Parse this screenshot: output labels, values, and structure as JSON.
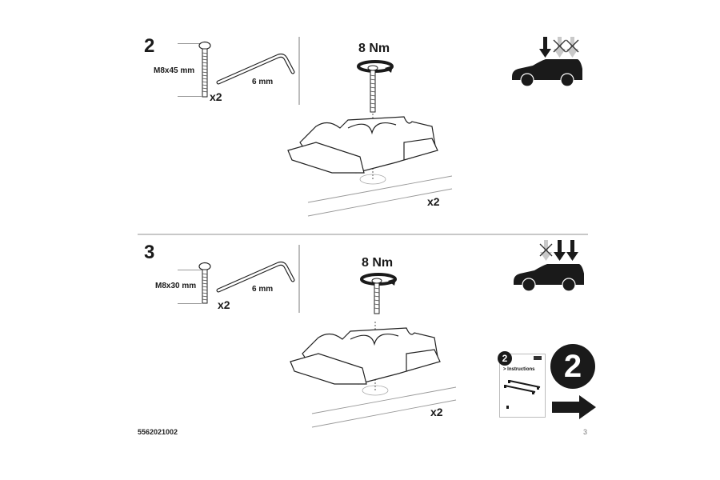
{
  "document": {
    "part_number": "5562021002",
    "page_number": "3"
  },
  "steps": [
    {
      "number": "2",
      "bolt_label": "M8x45 mm",
      "bolt_qty": "x2",
      "key_label": "6 mm",
      "torque": "8 Nm",
      "assembly_qty": "x2",
      "car_arrows": [
        "active",
        "crossed",
        "crossed"
      ]
    },
    {
      "number": "3",
      "bolt_label": "M8x30 mm",
      "bolt_qty": "x2",
      "key_label": "6 mm",
      "torque": "8 Nm",
      "assembly_qty": "x2",
      "car_arrows": [
        "crossed",
        "active",
        "active"
      ]
    }
  ],
  "next_reference": {
    "booklet_number": "2",
    "booklet_title": "> Instructions",
    "big_number": "2",
    "arrow_icon": "arrow-right-icon"
  },
  "colors": {
    "ink": "#1a1a1a",
    "divider": "#c8c8c8",
    "inactive_arrow": "#c9c9c9"
  }
}
